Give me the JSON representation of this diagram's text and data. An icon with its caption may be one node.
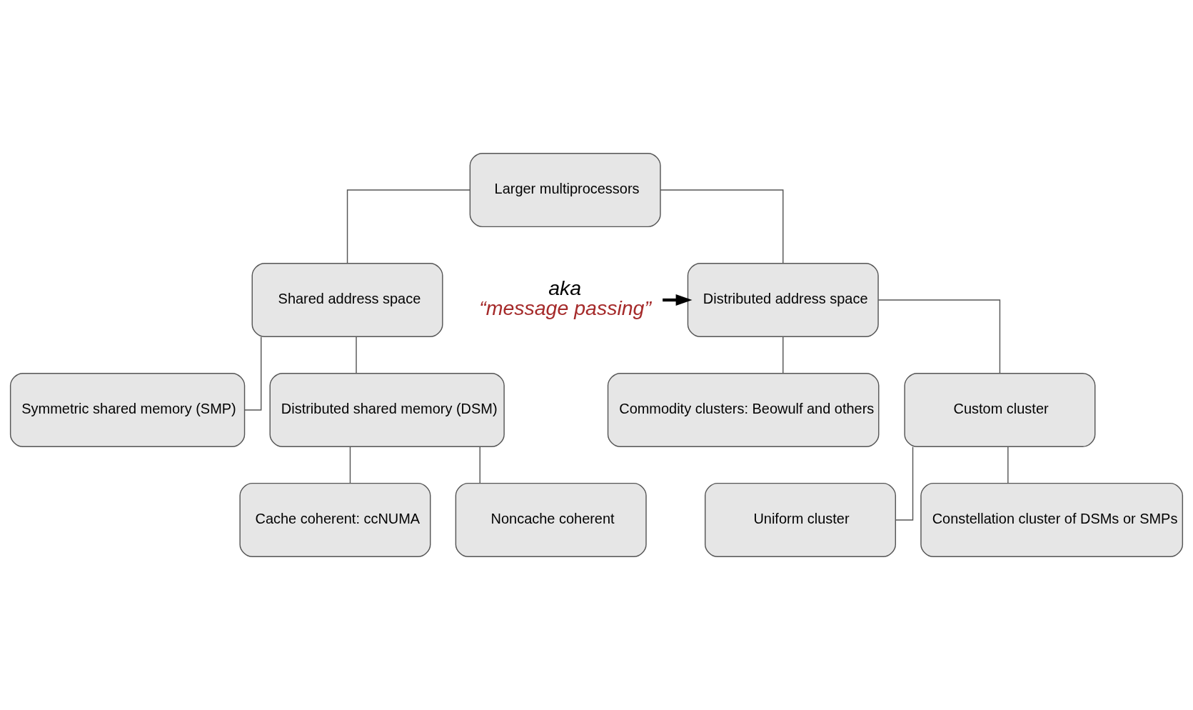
{
  "diagram": {
    "nodes": [
      {
        "text": [
          "Larger multiprocessors"
        ]
      },
      {
        "text": [
          "Shared address space"
        ]
      },
      {
        "text": [
          "Distributed address space"
        ]
      },
      {
        "text": [
          "Symmetric shared memory (SMP)"
        ]
      },
      {
        "text": [
          "Distributed shared memory (DSM)"
        ]
      },
      {
        "text": [
          "Commodity clusters: Beowulf and others"
        ]
      },
      {
        "text": [
          "Custom cluster"
        ]
      },
      {
        "text": [
          "Cache coherent: ccNUMA"
        ]
      },
      {
        "text": [
          "Noncache coherent"
        ]
      },
      {
        "text": [
          "Uniform cluster"
        ]
      },
      {
        "text": [
          "Constellation cluster of DSMs or SMPs"
        ]
      },
      {
        "text": [
          "aka",
          "“message passing”"
        ]
      }
    ],
    "edges": [
      {
        "from": 0,
        "to": 1,
        "arrow": "none"
      },
      {
        "from": 0,
        "to": 2,
        "arrow": "none"
      },
      {
        "from": 1,
        "to": 3,
        "arrow": "none"
      },
      {
        "from": 1,
        "to": 4,
        "arrow": "none"
      },
      {
        "from": 2,
        "to": 5,
        "arrow": "none"
      },
      {
        "from": 2,
        "to": 6,
        "arrow": "none"
      },
      {
        "from": 4,
        "to": 7,
        "arrow": "none"
      },
      {
        "from": 4,
        "to": 8,
        "arrow": "none"
      },
      {
        "from": 6,
        "to": 9,
        "arrow": "none"
      },
      {
        "from": 6,
        "to": 10,
        "arrow": "none"
      },
      {
        "from": 11,
        "to": 2,
        "arrow": "to",
        "style": "thick",
        "color": "#000000"
      }
    ]
  }
}
